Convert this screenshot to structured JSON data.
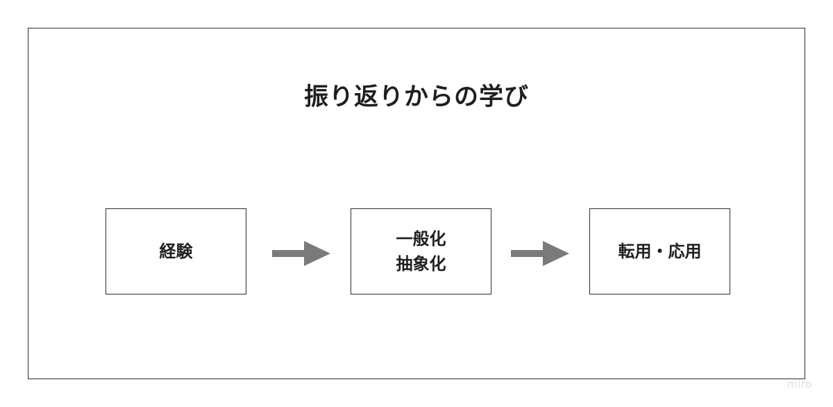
{
  "diagram": {
    "title": "振り返りからの学び",
    "steps": [
      {
        "lines": [
          "経験"
        ]
      },
      {
        "lines": [
          "一般化",
          "抽象化"
        ]
      },
      {
        "lines": [
          "転用・応用"
        ]
      }
    ],
    "arrow_color": "#7a7a7a",
    "border_color": "#2b2b2b"
  },
  "watermark": {
    "text": "miro"
  }
}
